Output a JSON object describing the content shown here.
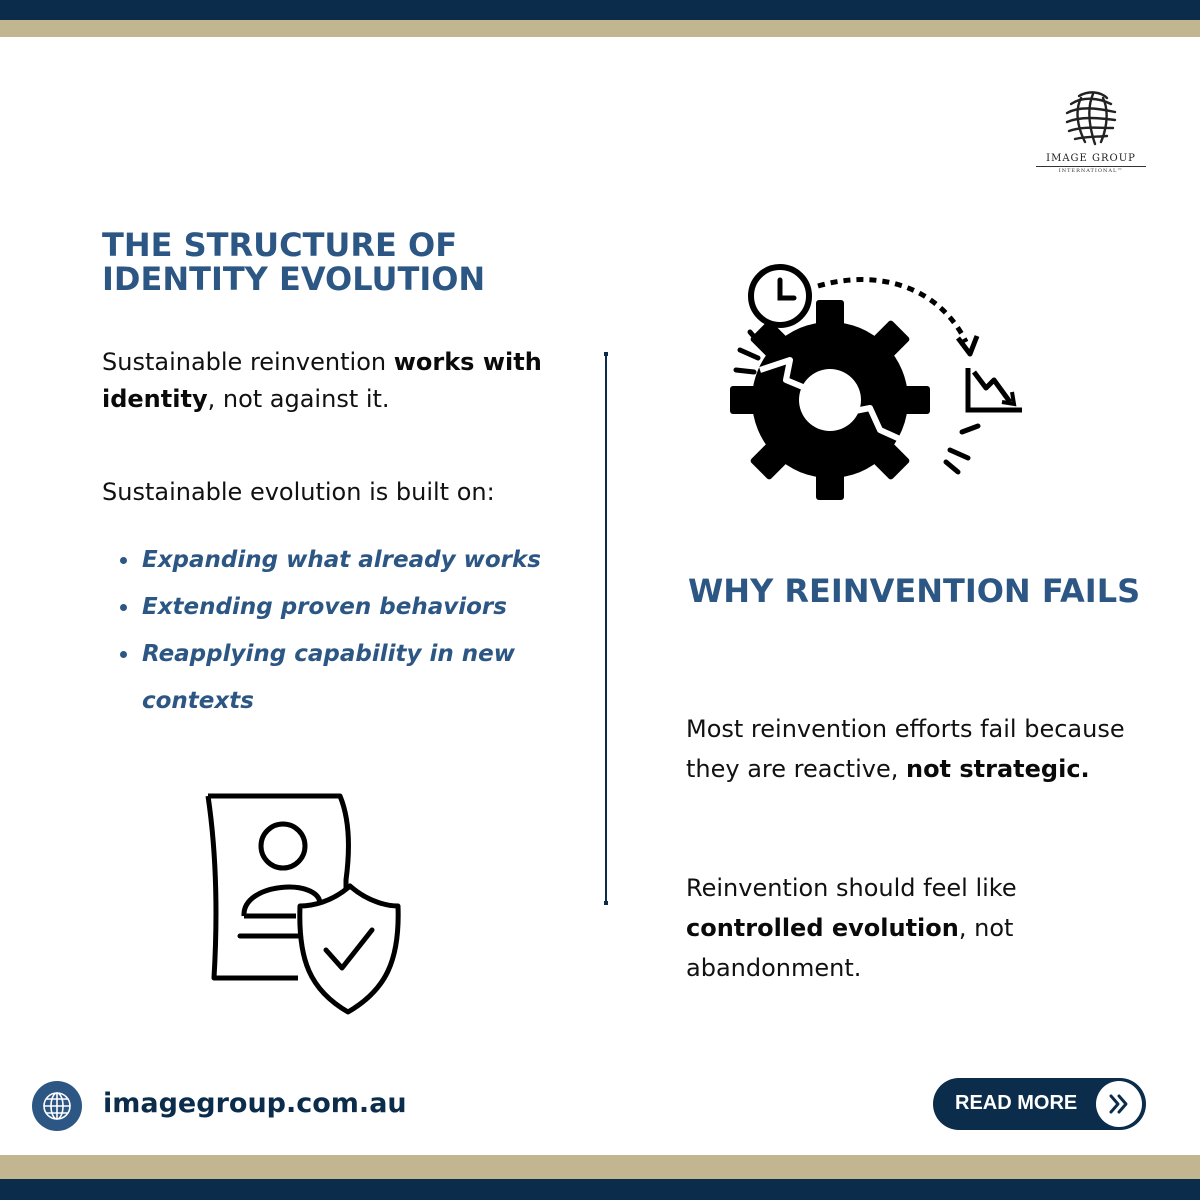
{
  "brand": {
    "logo_name": "IMAGE GROUP",
    "logo_sub": "INTERNATIONAL™",
    "colors": {
      "navy": "#0b2c4a",
      "gold": "#c2b690",
      "blue": "#2c5683"
    }
  },
  "left": {
    "heading": "THE STRUCTURE OF IDENTITY EVOLUTION",
    "intro": {
      "part1": "Sustainable reinvention ",
      "bold": "works with identity",
      "part2": ", not against it."
    },
    "list_intro": "Sustainable evolution is built on:",
    "list": [
      "Expanding what already works",
      "Extending proven behaviors",
      "Reapplying capability in new contexts"
    ],
    "icon": "profile-shield-check-icon"
  },
  "right": {
    "icon": "broken-gear-clock-decline-icon",
    "heading": "WHY REINVENTION FAILS",
    "para1": {
      "text": "Most reinvention efforts fail because they are reactive, ",
      "bold": "not strategic."
    },
    "para2": {
      "text": "Reinvention should feel like ",
      "bold": "controlled evolution",
      "tail": ", not abandonment."
    }
  },
  "footer": {
    "globe_icon": "globe-icon",
    "website": "imagegroup.com.au",
    "read_more": "READ MORE",
    "chevron_icon": "double-chevron-right-icon"
  }
}
